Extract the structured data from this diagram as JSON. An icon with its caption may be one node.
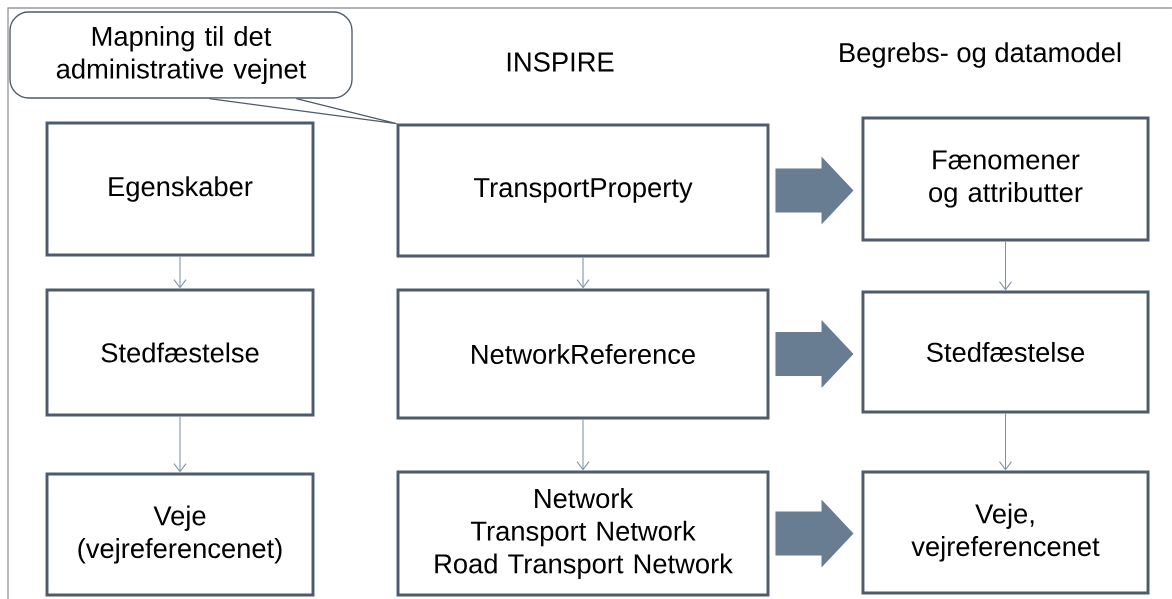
{
  "diagram": {
    "nodes": [
      {
        "text": [
          "Mapning til det administrative vejnet"
        ]
      },
      {
        "text": [
          "Egenskaber"
        ]
      },
      {
        "text": [
          "TransportProperty"
        ]
      },
      {
        "text": [
          "Fænomener og attributter"
        ]
      },
      {
        "text": [
          "Stedfæstelse"
        ]
      },
      {
        "text": [
          "NetworkReference"
        ]
      },
      {
        "text": [
          "Stedfæstelse"
        ]
      },
      {
        "text": [
          "Veje (vejreferencenet)"
        ]
      },
      {
        "text": [
          "Network",
          "Transport Network",
          "Road Transport Network"
        ]
      },
      {
        "text": [
          "Veje, vejreferencenet"
        ]
      }
    ],
    "edges": [
      {
        "from": 0,
        "to": 2,
        "arrow": "none"
      },
      {
        "from": 1,
        "to": 4,
        "arrow": "to"
      },
      {
        "from": 4,
        "to": 7,
        "arrow": "to"
      },
      {
        "from": 2,
        "to": 5,
        "arrow": "to"
      },
      {
        "from": 5,
        "to": 8,
        "arrow": "to"
      },
      {
        "from": 3,
        "to": 6,
        "arrow": "to"
      },
      {
        "from": 6,
        "to": 9,
        "arrow": "to"
      },
      {
        "from": 2,
        "to": 3,
        "arrow": "to",
        "style": "thick",
        "color": "#687d91"
      },
      {
        "from": 5,
        "to": 6,
        "arrow": "to",
        "style": "thick",
        "color": "#687d91"
      },
      {
        "from": 8,
        "to": 9,
        "arrow": "to",
        "style": "thick",
        "color": "#687d91"
      }
    ],
    "labels": [
      "INSPIRE",
      "Begrebs- og datamodel"
    ]
  }
}
